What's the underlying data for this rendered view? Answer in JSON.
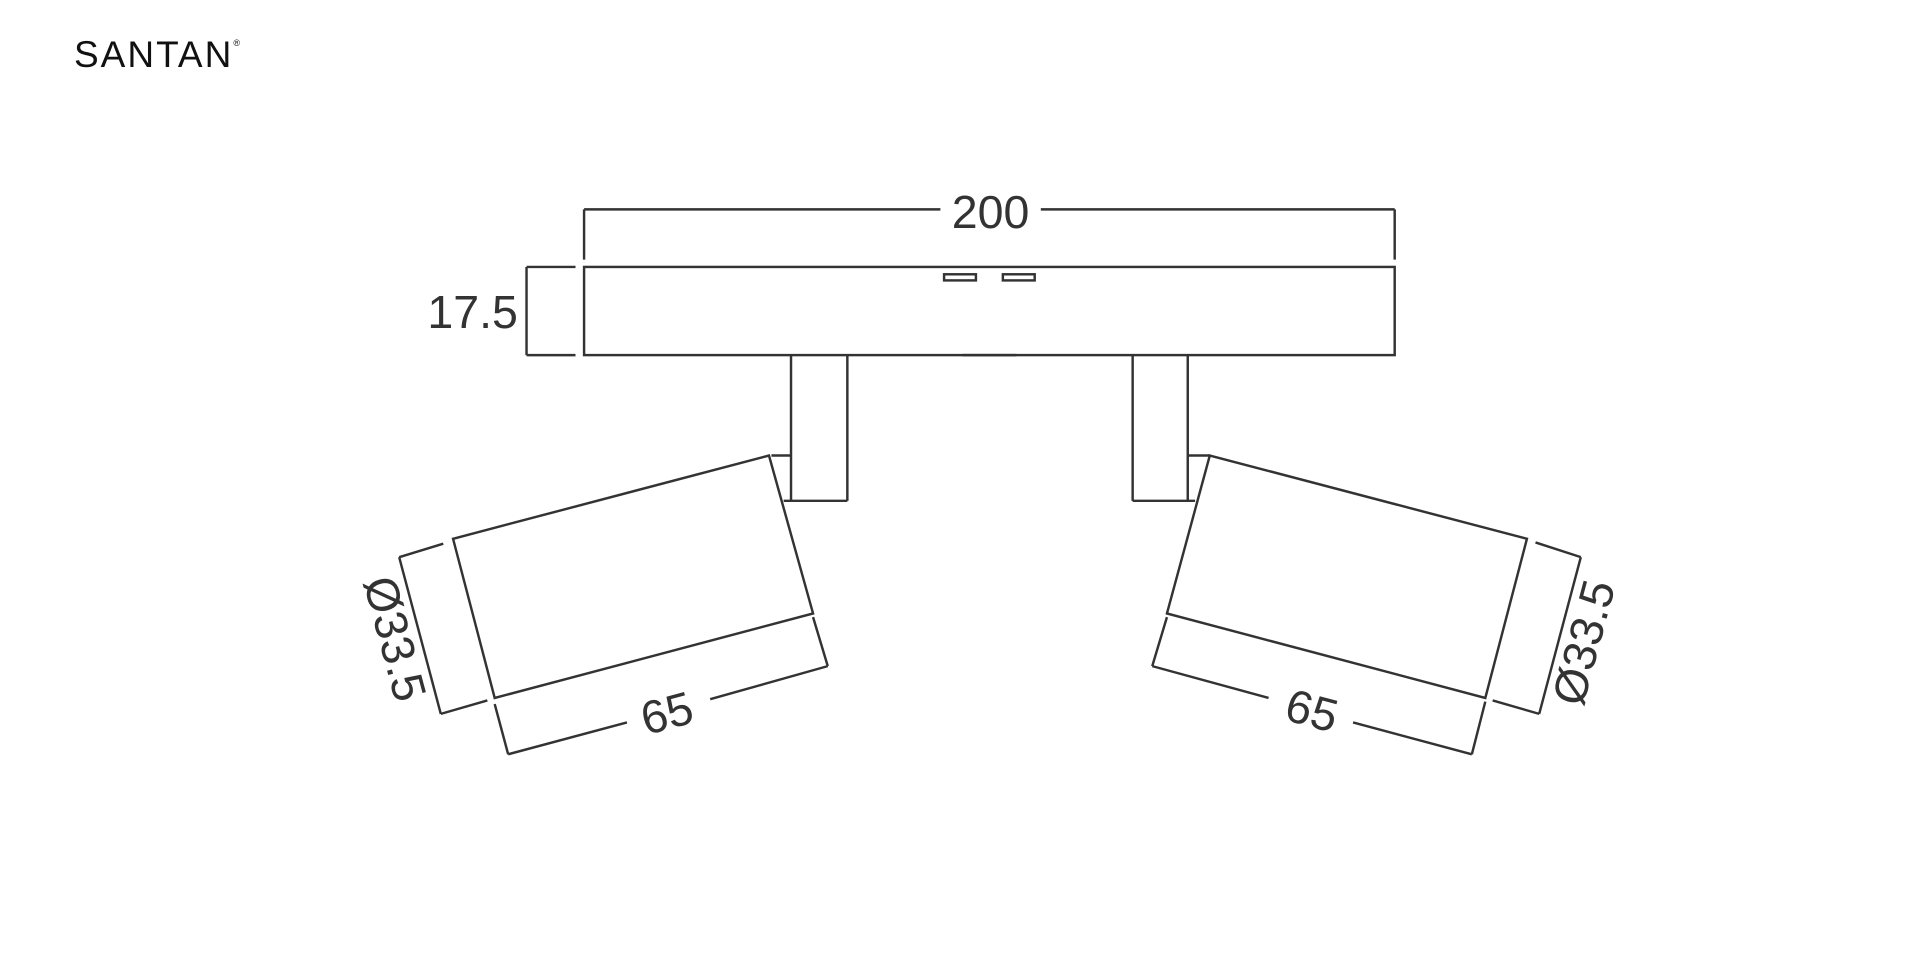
{
  "brand": {
    "name": "SANTAN",
    "mark": "®"
  },
  "dimensions": {
    "width": "200",
    "height": "17.5",
    "left_diameter": "Ø33.5",
    "left_length": "65",
    "right_diameter": "Ø33.5",
    "right_length": "65"
  },
  "colors": {
    "line": "#333333",
    "background": "#ffffff"
  }
}
